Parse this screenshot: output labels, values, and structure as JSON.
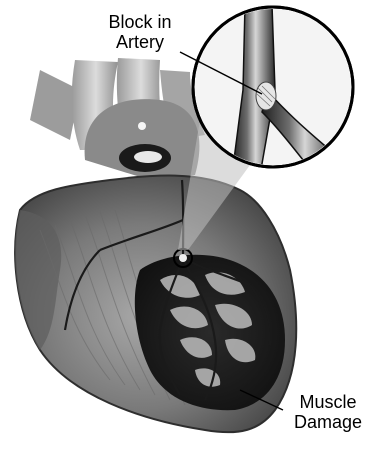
{
  "labels": {
    "block_in_artery": [
      "Block in",
      "Artery"
    ],
    "muscle_damage": [
      "Muscle",
      "Damage"
    ]
  },
  "colors": {
    "background": "#ffffff",
    "heart_dark": "#3a3a3a",
    "heart_mid": "#7d7d7d",
    "heart_light": "#c8c8c8",
    "damage_dark": "#1c1c1c",
    "leader_line": "#000000"
  },
  "icons": {
    "heart": "heart-illustration",
    "artery_inset": "magnified-artery-inset"
  }
}
